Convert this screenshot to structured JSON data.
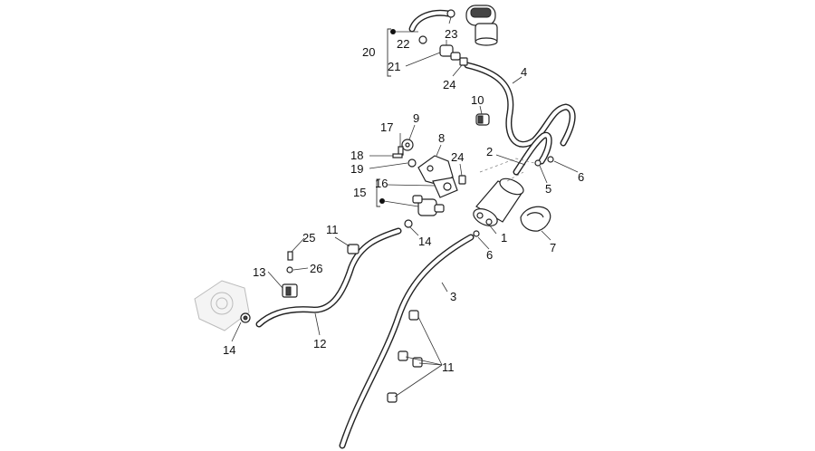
{
  "callouts": {
    "c1": "1",
    "c2": "2",
    "c3": "3",
    "c4": "4",
    "c5": "5",
    "c6a": "6",
    "c6b": "6",
    "c7": "7",
    "c8": "8",
    "c9": "9",
    "c10": "10",
    "c11a": "11",
    "c11b": "11",
    "c12": "12",
    "c13": "13",
    "c14a": "14",
    "c14b": "14",
    "c15": "15",
    "c16": "16",
    "c17": "17",
    "c18": "18",
    "c19": "19",
    "c20": "20",
    "c21": "21",
    "c22": "22",
    "c23": "23",
    "c24a": "24",
    "c24b": "24",
    "c25": "25",
    "c26": "26"
  }
}
